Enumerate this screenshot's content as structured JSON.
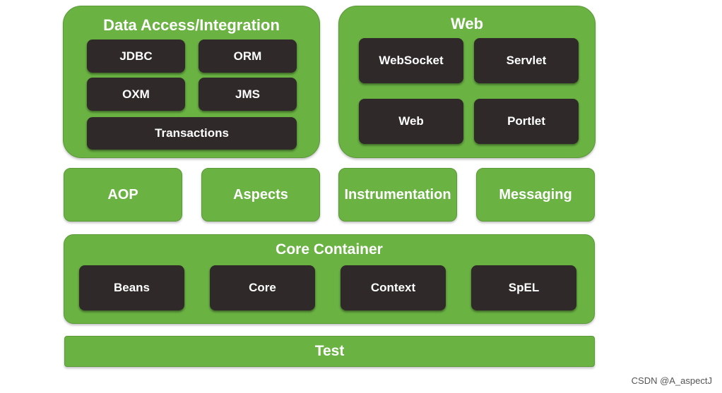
{
  "data_access": {
    "title": "Data Access/Integration",
    "jdbc": "JDBC",
    "orm": "ORM",
    "oxm": "OXM",
    "jms": "JMS",
    "transactions": "Transactions"
  },
  "web": {
    "title": "Web",
    "websocket": "WebSocket",
    "servlet": "Servlet",
    "web": "Web",
    "portlet": "Portlet"
  },
  "middle": {
    "aop": "AOP",
    "aspects": "Aspects",
    "instrumentation": "Instrumentation",
    "messaging": "Messaging"
  },
  "core_container": {
    "title": "Core Container",
    "beans": "Beans",
    "core": "Core",
    "context": "Context",
    "spel": "SpEL"
  },
  "test": {
    "label": "Test"
  },
  "watermark": "CSDN @A_aspectJ",
  "colors": {
    "green": "#6ab343",
    "dark": "#2f2a29",
    "text": "#ffffff"
  }
}
